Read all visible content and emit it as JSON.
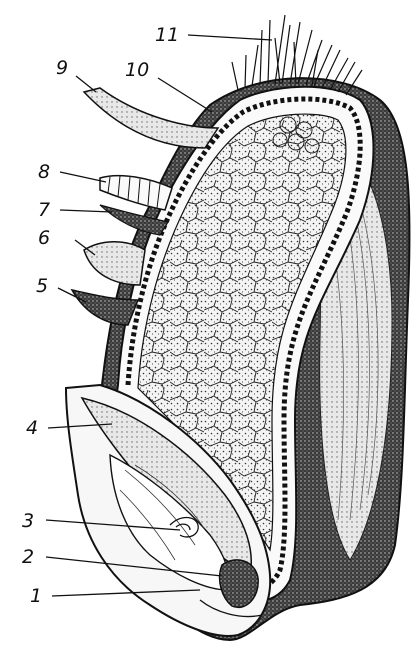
{
  "labels": [
    {
      "id": "1",
      "text": "1"
    },
    {
      "id": "2",
      "text": "2"
    },
    {
      "id": "3",
      "text": "3"
    },
    {
      "id": "4",
      "text": "4"
    },
    {
      "id": "5",
      "text": "5"
    },
    {
      "id": "6",
      "text": "6"
    },
    {
      "id": "7",
      "text": "7"
    },
    {
      "id": "8",
      "text": "8"
    },
    {
      "id": "9",
      "text": "9"
    },
    {
      "id": "10",
      "text": "10"
    },
    {
      "id": "11",
      "text": "11"
    }
  ]
}
